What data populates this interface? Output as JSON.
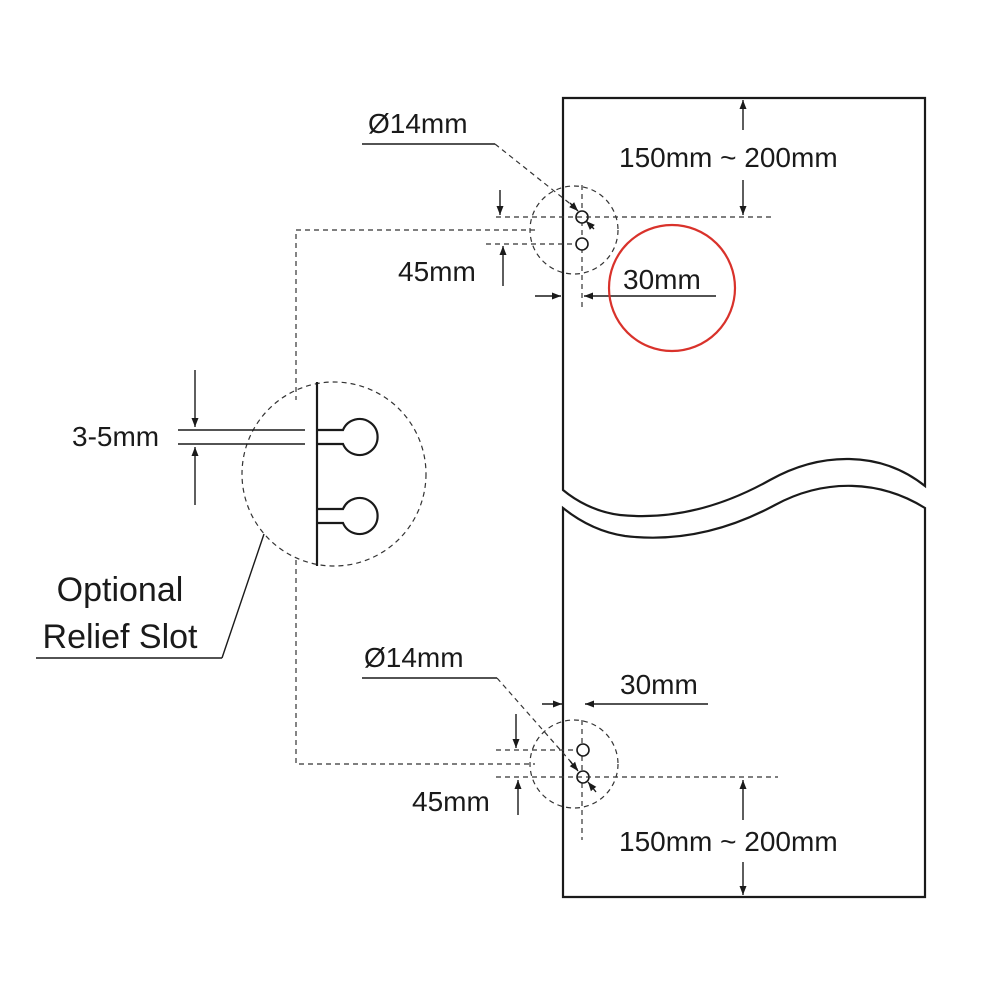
{
  "labels": {
    "top_hole_diameter": "Ø14mm",
    "top_edge_distance": "150mm ~ 200mm",
    "top_hole_spacing": "45mm",
    "top_offset": "30mm",
    "bottom_hole_diameter": "Ø14mm",
    "bottom_offset": "30mm",
    "bottom_hole_spacing": "45mm",
    "bottom_edge_distance": "150mm ~ 200mm",
    "slot_width": "3-5mm",
    "relief_slot_line1": "Optional",
    "relief_slot_line2": "Relief Slot"
  },
  "colors": {
    "ink": "#1a1a1a",
    "highlight": "#d9322b"
  }
}
